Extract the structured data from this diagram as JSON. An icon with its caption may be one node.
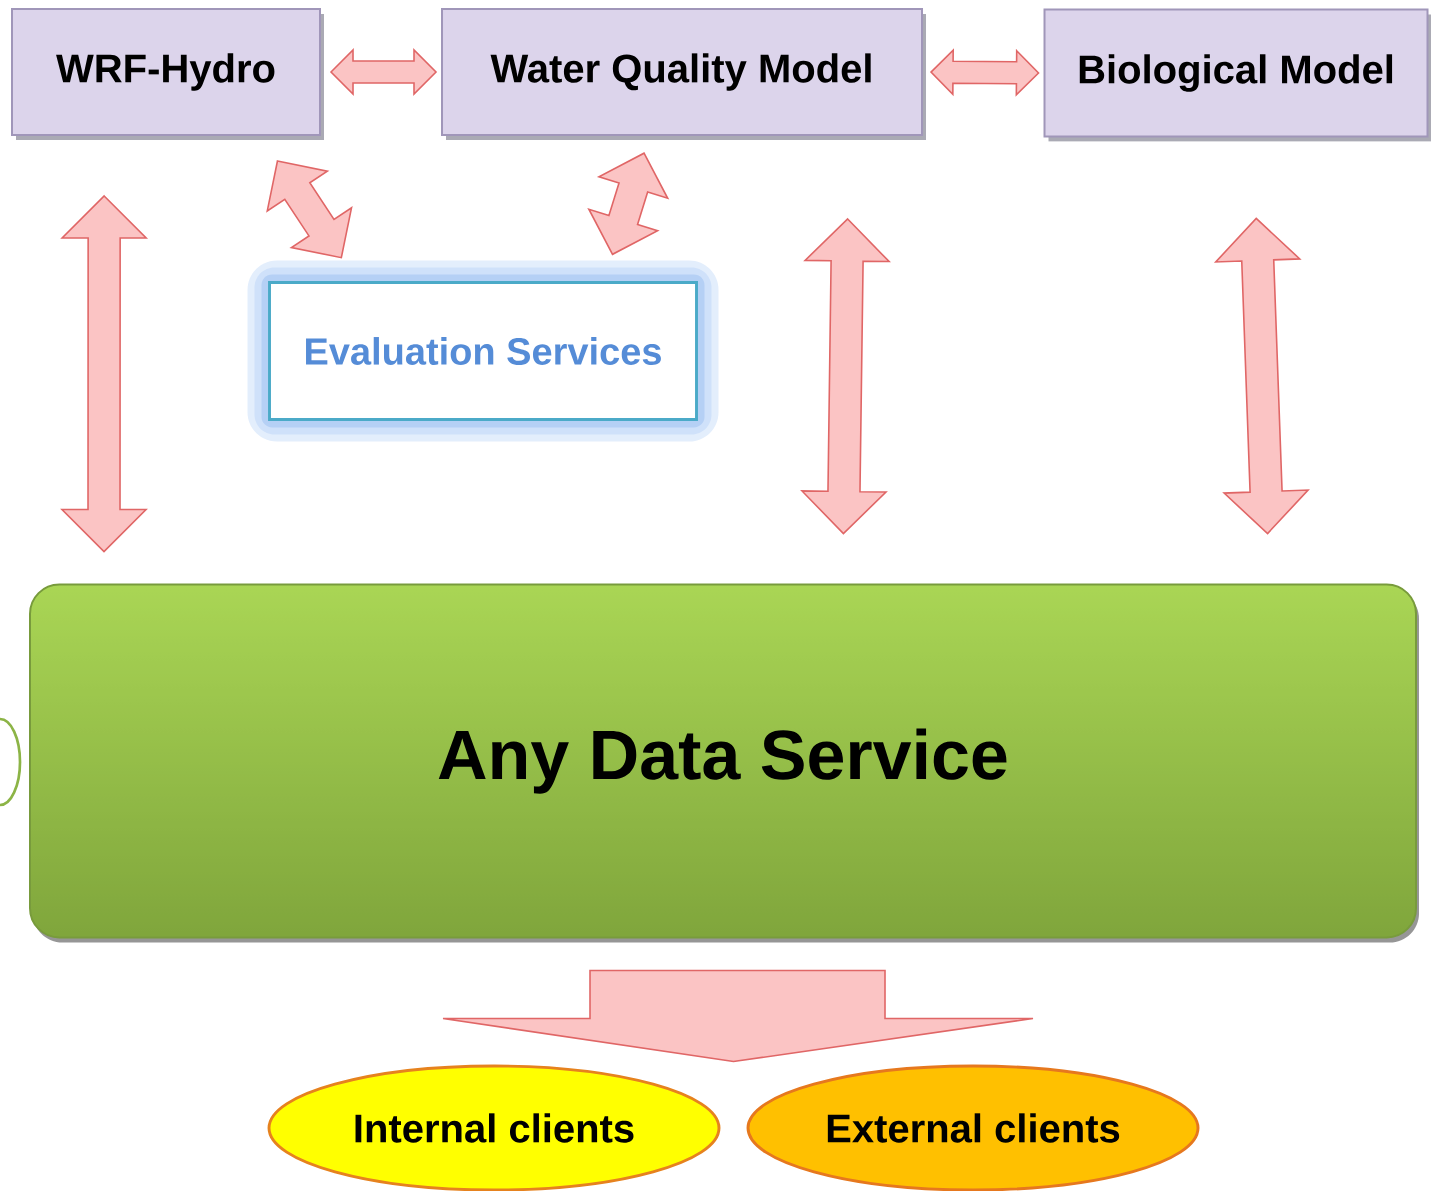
{
  "diagram": {
    "nodes": [
      {
        "text": [
          "WRF-Hydro"
        ]
      },
      {
        "text": [
          "Water Quality Model"
        ]
      },
      {
        "text": [
          "Biological Model"
        ]
      },
      {
        "text": [
          "Evaluation Services"
        ]
      },
      {
        "text": [
          "Any Data Service"
        ]
      },
      {
        "text": [
          "Internal clients"
        ]
      },
      {
        "text": [
          "External clients"
        ]
      }
    ],
    "edges": [
      {
        "from": 0,
        "to": 1,
        "arrow": "both"
      },
      {
        "from": 1,
        "to": 2,
        "arrow": "both"
      },
      {
        "from": 0,
        "to": 3,
        "arrow": "both"
      },
      {
        "from": 1,
        "to": 3,
        "arrow": "both"
      },
      {
        "from": 0,
        "to": 4,
        "arrow": "both"
      },
      {
        "from": 1,
        "to": 4,
        "arrow": "both"
      },
      {
        "from": 2,
        "to": 4,
        "arrow": "both"
      },
      {
        "from": 4,
        "to": 5,
        "arrow": "to"
      },
      {
        "from": 4,
        "to": 6,
        "arrow": "to"
      }
    ]
  }
}
